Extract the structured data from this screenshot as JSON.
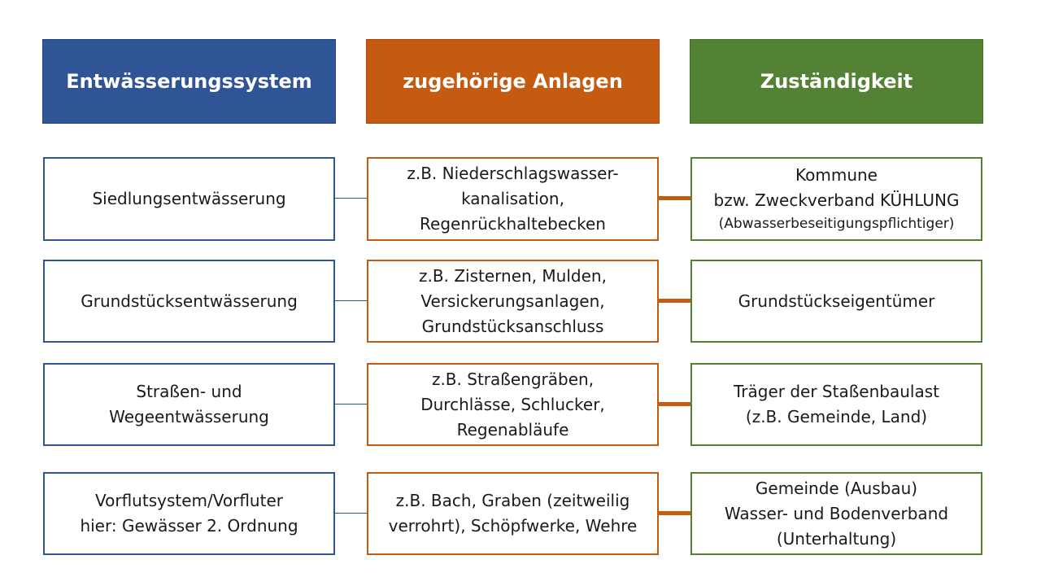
{
  "headers": {
    "system": "Entwässerungssystem",
    "facilities": "zugehörige Anlagen",
    "responsibility": "Zuständigkeit"
  },
  "rows": [
    {
      "system": [
        "Siedlungsentwässerung"
      ],
      "facilities": [
        "z.B. Niederschlagswasser-",
        "kanalisation,",
        "Regenrückhaltebecken"
      ],
      "responsibility": [
        "Kommune",
        "bzw. Zweckverband KÜHLUNG",
        "(Abwasserbeseitigungspflichtiger)"
      ]
    },
    {
      "system": [
        "Grundstücksentwässerung"
      ],
      "facilities": [
        "z.B. Zisternen, Mulden,",
        "Versickerungsanlagen,",
        "Grundstücksanschluss"
      ],
      "responsibility": [
        "Grundstückseigentümer"
      ]
    },
    {
      "system": [
        "Straßen- und",
        "Wegeentwässerung"
      ],
      "facilities": [
        "z.B. Straßengräben,",
        "Durchlässe, Schlucker,",
        "Regenabläufe"
      ],
      "responsibility": [
        "Träger der Staßenbaulast",
        "(z.B. Gemeinde, Land)"
      ]
    },
    {
      "system": [
        "Vorflutsystem/Vorfluter",
        "hier: Gewässer 2. Ordnung"
      ],
      "facilities": [
        "z.B. Bach, Graben (zeitweilig",
        "verrohrt), Schöpfwerke,  Wehre"
      ],
      "responsibility": [
        "Gemeinde (Ausbau)",
        "Wasser- und Bodenverband",
        "(Unterhaltung)"
      ]
    }
  ],
  "colors": {
    "system": "#2f5597",
    "facilities": "#c55a11",
    "responsibility": "#548235"
  }
}
